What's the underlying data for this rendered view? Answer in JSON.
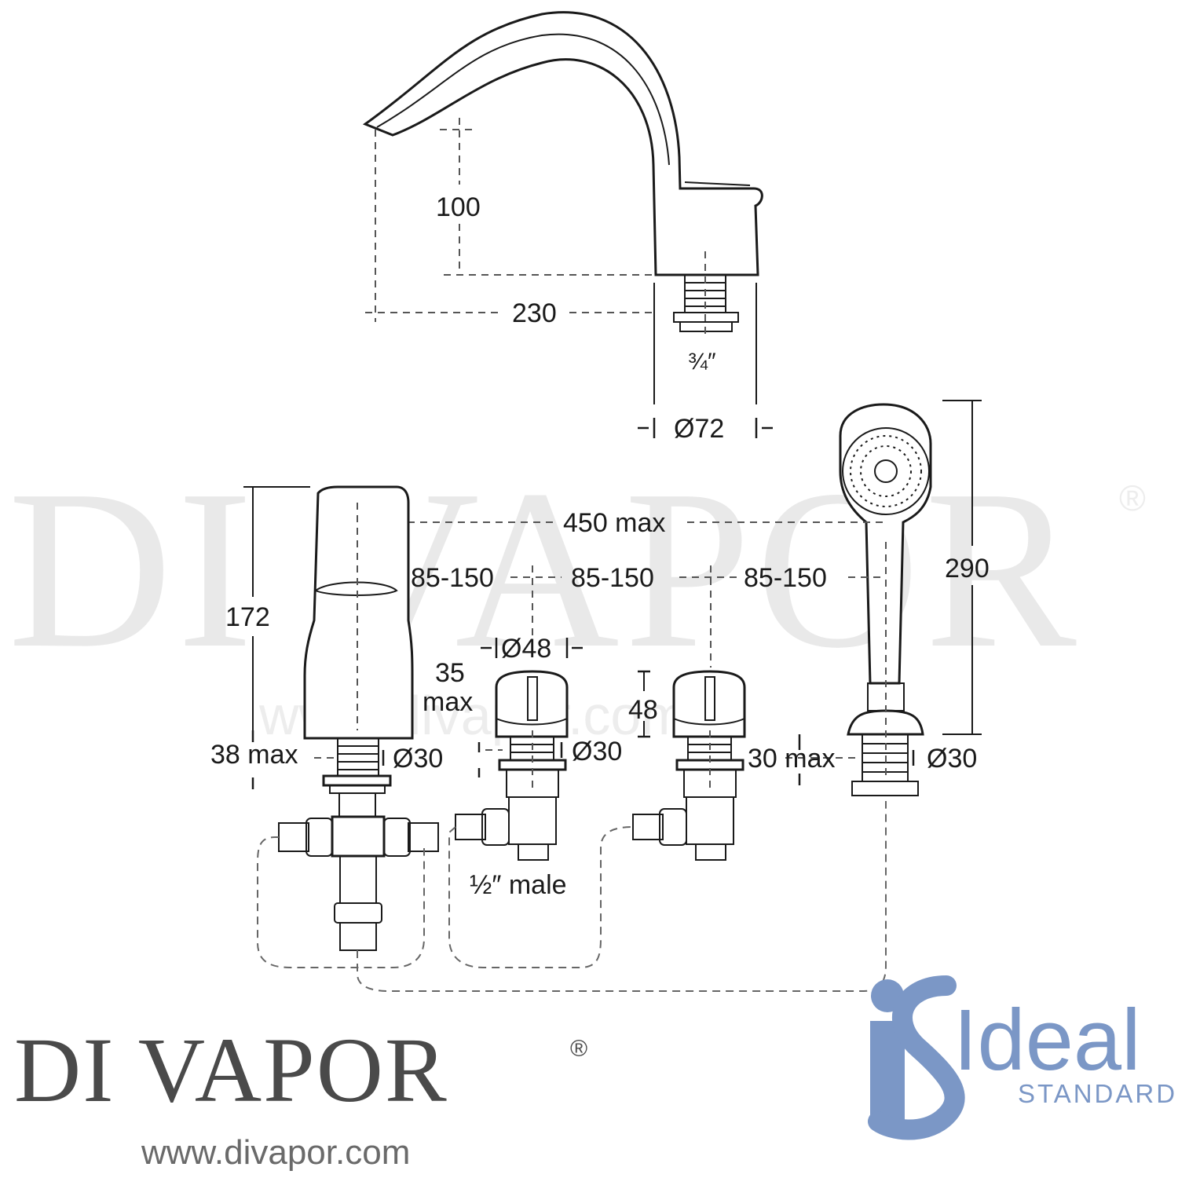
{
  "watermark": {
    "big_text": "DI VAPOR",
    "registered": "®",
    "url_text": "www.divapor.com"
  },
  "dimensions": {
    "spout_height": "100",
    "spout_reach": "230",
    "spout_thread": "¾″",
    "spout_base_diameter": "Ø72",
    "hand_shower_length": "290",
    "overall_span": "450 max",
    "spacing_1": "85-150",
    "spacing_2": "85-150",
    "spacing_3": "85-150",
    "mixer_height": "172",
    "handle_diameter": "Ø48",
    "handle_height_left": "35",
    "handle_height_left_unit": "max",
    "handle_height_right": "48",
    "mixer_deck_max": "38 max",
    "mixer_shank": "Ø30",
    "valve_shank": "Ø30",
    "shower_deck_max": "30 max",
    "shower_shank": "Ø30",
    "outlet_label": "½″ male"
  },
  "brand": {
    "name": "DI VAPOR",
    "registered": "®",
    "url": "www.divapor.com"
  },
  "ideal_logo": {
    "word": "Ideal",
    "sub": "STANDARD",
    "color": "#7b97c6"
  }
}
